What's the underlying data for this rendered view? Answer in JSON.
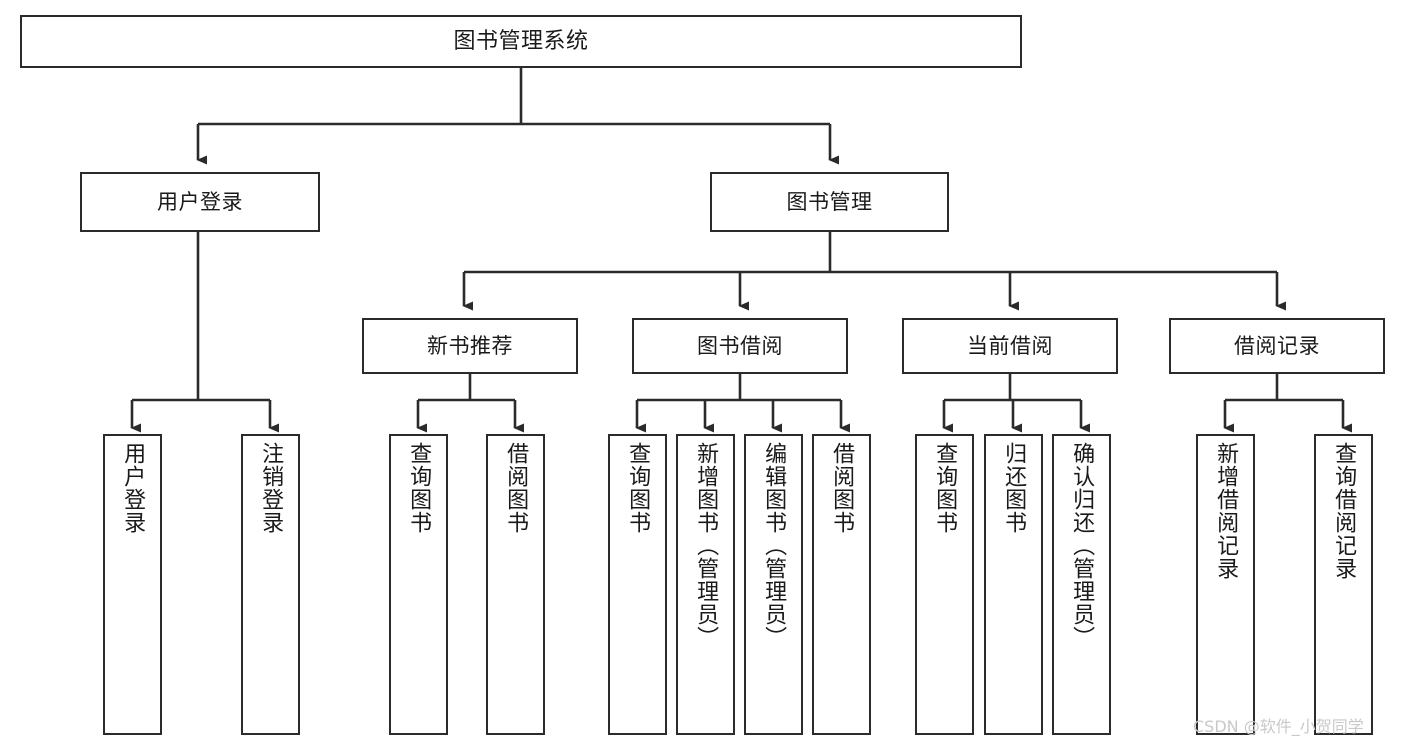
{
  "diagram": {
    "title": "图书管理系统",
    "type": "hierarchy-tree",
    "background_color": "#ffffff",
    "line_color": "#2b2b2b",
    "text_color": "#1a1a1a"
  },
  "root": {
    "label": "图书管理系统"
  },
  "level2": [
    {
      "label": "用户登录"
    },
    {
      "label": "图书管理"
    }
  ],
  "level3": [
    {
      "label": "新书推荐"
    },
    {
      "label": "图书借阅"
    },
    {
      "label": "当前借阅"
    },
    {
      "label": "借阅记录"
    }
  ],
  "leaves": {
    "user_login": [
      {
        "label": "用户登录"
      },
      {
        "label": "注销登录"
      }
    ],
    "new_book": [
      {
        "label": "查询图书"
      },
      {
        "label": "借阅图书"
      }
    ],
    "borrow": [
      {
        "label": "查询图书"
      },
      {
        "label": "新增图书（管理员）"
      },
      {
        "label": "编辑图书（管理员）"
      },
      {
        "label": "借阅图书"
      }
    ],
    "current": [
      {
        "label": "查询图书"
      },
      {
        "label": "归还图书"
      },
      {
        "label": "确认归还（管理员）"
      }
    ],
    "records": [
      {
        "label": "新增借阅记录"
      },
      {
        "label": "查询借阅记录"
      }
    ]
  },
  "watermark": {
    "text": "CSDN @软件_小贺同学"
  }
}
